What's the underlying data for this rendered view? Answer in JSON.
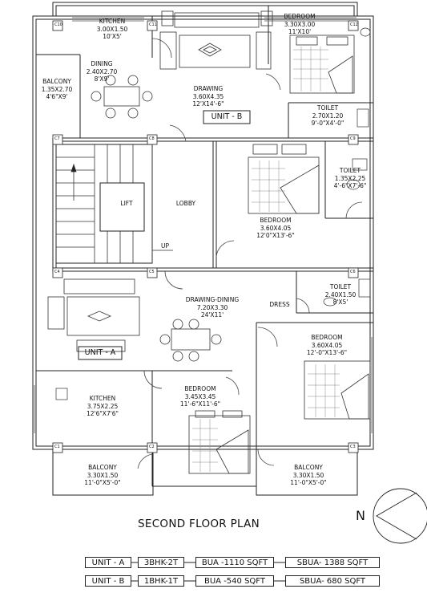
{
  "title": "SECOND FLOOR PLAN",
  "north_label": "N",
  "rooms": {
    "kitchen_b": {
      "name": "KITCHEN",
      "dim": "3.00X1.50",
      "imp": "10'X5'"
    },
    "bedroom_b": {
      "name": "BEDROOM",
      "dim": "3.30X3.00",
      "imp": "11'X10'"
    },
    "dining_b": {
      "name": "DINING",
      "dim": "2.40X2.70",
      "imp": "8'X9'"
    },
    "balcony_b": {
      "name": "BALCONY",
      "dim": "1.35X2.70",
      "imp": "4'6\"X9'"
    },
    "drawing_b": {
      "name": "DRAWING",
      "dim": "3.60X4.35",
      "imp": "12'X14'-6\""
    },
    "toilet_b": {
      "name": "TOILET",
      "dim": "2.70X1.20",
      "imp": "9'-0\"X4'-0\""
    },
    "toilet_2": {
      "name": "TOILET",
      "dim": "1.35X2.25",
      "imp": "4'-6\"X7'-6\""
    },
    "bedroom_mid": {
      "name": "BEDROOM",
      "dim": "3.60X4.05",
      "imp": "12'0\"X13'-6\""
    },
    "toilet_a": {
      "name": "TOILET",
      "dim": "2.40X1.50",
      "imp": "8'X5'"
    },
    "drawing_dining_a": {
      "name": "DRAWING-DINING",
      "dim": "7.20X3.30",
      "imp": "24'X11'"
    },
    "bedroom_a_right": {
      "name": "BEDROOM",
      "dim": "3.60X4.05",
      "imp": "12'-0\"X13'-6\""
    },
    "kitchen_a": {
      "name": "KITCHEN",
      "dim": "3.75X2.25",
      "imp": "12'6\"X7'6\""
    },
    "bedroom_a_mid": {
      "name": "BEDROOM",
      "dim": "3.45X3.45",
      "imp": "11'-6\"X11'-6\""
    },
    "balcony_a_left": {
      "name": "BALCONY",
      "dim": "3.30X1.50",
      "imp": "11'-0\"X5'-0\""
    },
    "balcony_a_right": {
      "name": "BALCONY",
      "dim": "3.30X1.50",
      "imp": "11'-0\"X5'-0\""
    }
  },
  "labels": {
    "unit_b": "UNIT - B",
    "unit_a": "UNIT - A",
    "lift": "LIFT",
    "lobby": "LOBBY",
    "up": "UP",
    "dress": "DRESS"
  },
  "columns": [
    "C10",
    "C11",
    "C12",
    "C7",
    "C8",
    "C9",
    "C4",
    "C5",
    "C6",
    "C1",
    "C2",
    "C3"
  ],
  "summary": [
    {
      "unit": "UNIT - A",
      "type": "3BHK-2T",
      "bua": "BUA -1110 SQFT",
      "sbua": "SBUA- 1388 SQFT"
    },
    {
      "unit": "UNIT - B",
      "type": "1BHK-1T",
      "bua": "BUA -540 SQFT",
      "sbua": "SBUA- 680 SQFT"
    }
  ]
}
